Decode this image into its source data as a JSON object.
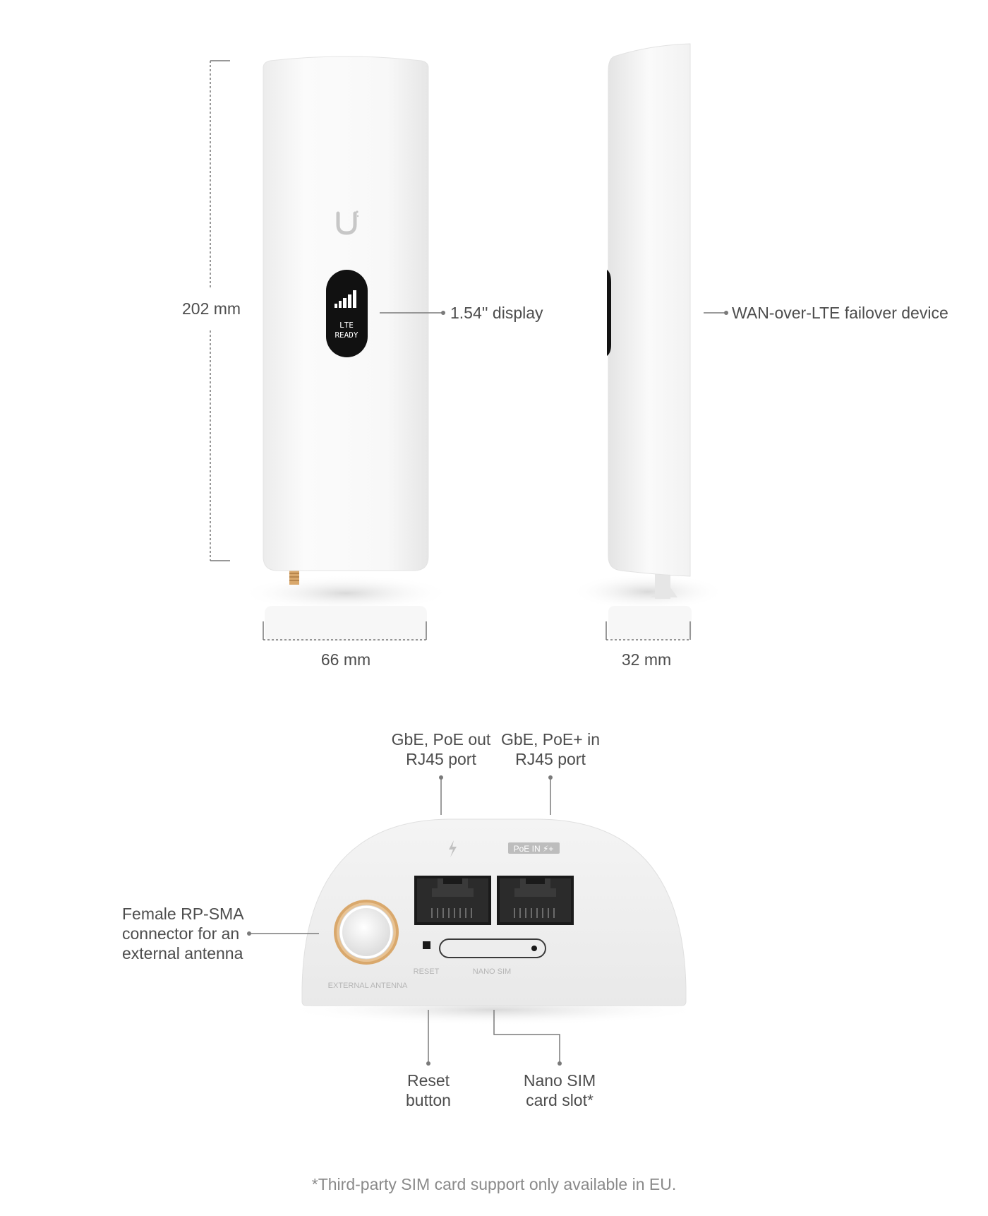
{
  "dimensions": {
    "height": "202 mm",
    "front_width": "66 mm",
    "side_width": "32 mm"
  },
  "front": {
    "display_screen": {
      "line1": "LTE",
      "line2": "READY"
    },
    "logo_icon": "ubiquiti-u-logo"
  },
  "callouts": {
    "display": "1.54'' display",
    "device": "WAN-over-LTE failover device",
    "poe_out": "GbE, PoE out\nRJ45 port",
    "poe_in": "GbE, PoE+ in\nRJ45 port",
    "antenna": "Female RP-SMA\nconnector for an\nexternal antenna",
    "reset": "Reset\nbutton",
    "sim": "Nano SIM\ncard slot*"
  },
  "bottom_panel": {
    "poe_in_badge": "PoE IN ⚡+",
    "poe_out_icon": "lightning-icon",
    "reset_label": "RESET",
    "sim_label": "NANO SIM",
    "antenna_label": "EXTERNAL ANTENNA"
  },
  "footnote": "*Third-party SIM card support only available in EU.",
  "colors": {
    "device_white": "#f7f7f7",
    "display_black": "#111111",
    "callout_line": "#7a7a7a",
    "connector_gold": "#d9a86c"
  }
}
